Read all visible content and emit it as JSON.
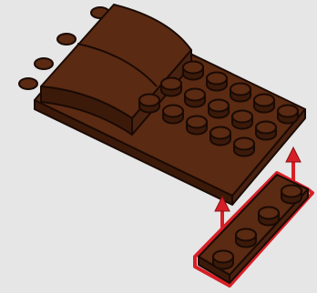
{
  "illustration": {
    "description_icon": "lego-assembly-step-icon",
    "colors": {
      "background": "#e6e6e6",
      "brick_fill": "#5a2a12",
      "brick_dark": "#3c1a0a",
      "brick_light": "#7a3a1c",
      "outline": "#1a0a04",
      "highlight": "#d61f26",
      "arrow": "#d61f26"
    },
    "assembly": {
      "large_plate_studs": 15,
      "small_plate_studs": 4,
      "arrows": 2
    }
  }
}
